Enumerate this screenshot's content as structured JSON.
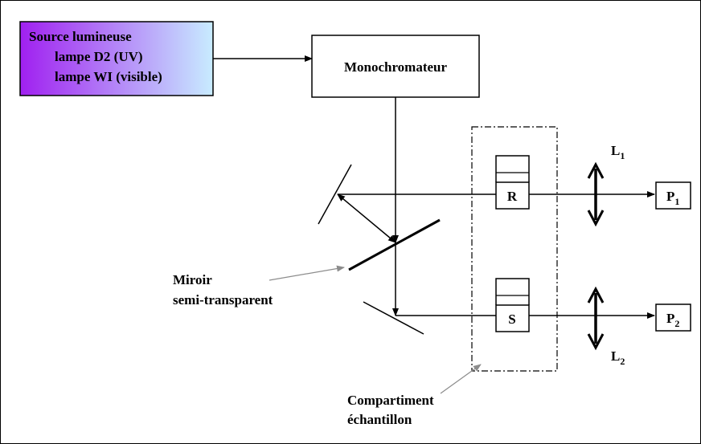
{
  "source": {
    "line1": "Source lumineuse",
    "line2": "lampe D2 (UV)",
    "line3": "lampe WI (visible)",
    "gradient_start": "#a020f0",
    "gradient_end": "#c8ecff"
  },
  "monochromator": {
    "label": "Monochromateur"
  },
  "reference_cell": {
    "label": "R"
  },
  "sample_cell": {
    "label": "S"
  },
  "lens1": {
    "letter": "L",
    "subscript": "1"
  },
  "lens2": {
    "letter": "L",
    "subscript": "2"
  },
  "detector1": {
    "letter": "P",
    "subscript": "1"
  },
  "detector2": {
    "letter": "P",
    "subscript": "2"
  },
  "mirror_label": {
    "line1": "Miroir",
    "line2": "semi-transparent"
  },
  "compartment_label": {
    "line1": "Compartiment",
    "line2": "échantillon"
  },
  "colors": {
    "stroke": "#000000",
    "pointer": "#8c8c8c"
  }
}
